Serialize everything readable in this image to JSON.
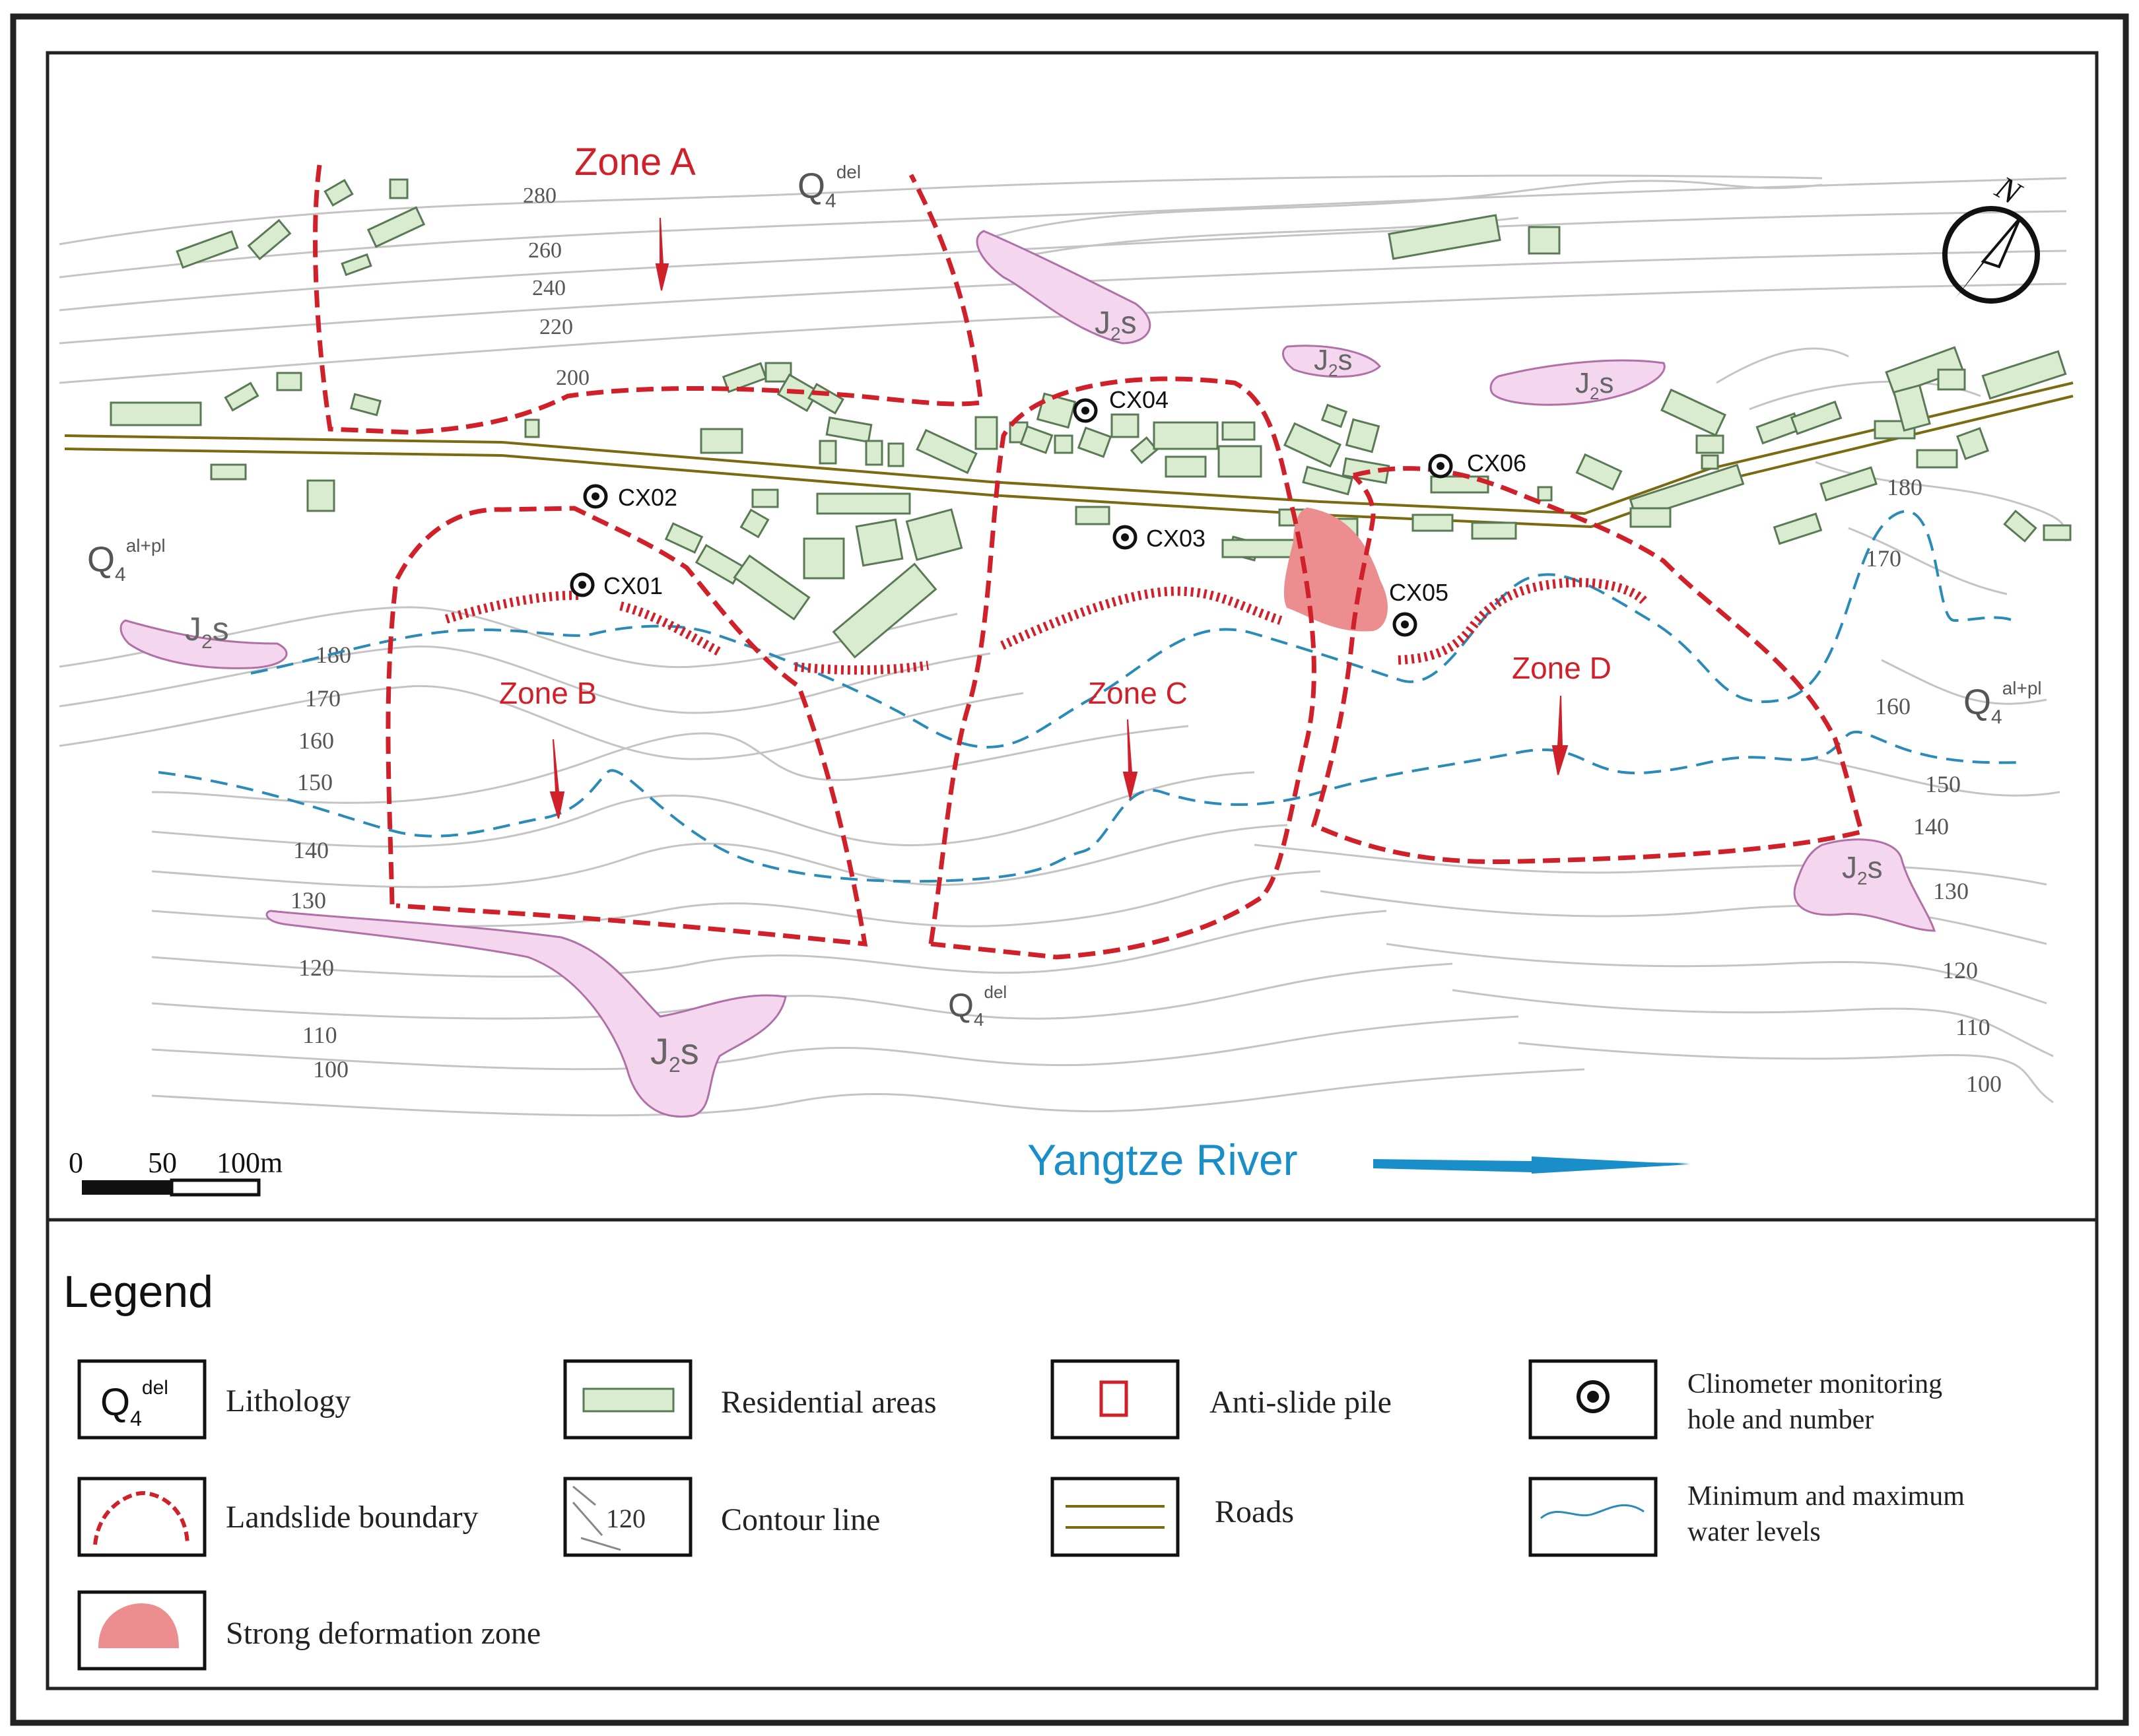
{
  "zones": {
    "a": "Zone A",
    "b": "Zone B",
    "c": "Zone C",
    "d": "Zone D"
  },
  "holes": {
    "cx01": "CX01",
    "cx02": "CX02",
    "cx03": "CX03",
    "cx04": "CX04",
    "cx05": "CX05",
    "cx06": "CX06"
  },
  "lithology": {
    "q4del": {
      "base": "Q",
      "sub": "4",
      "sup": "del"
    },
    "q4alpl": {
      "base": "Q",
      "sub": "4",
      "sup": "al+pl"
    },
    "j2s": {
      "base": "J",
      "sub": "2",
      "tail": "s"
    }
  },
  "contours_upper": [
    "280",
    "260",
    "240",
    "220",
    "200"
  ],
  "contours_left": [
    "180",
    "170",
    "160",
    "150",
    "140",
    "130",
    "120",
    "110",
    "100"
  ],
  "contours_right": [
    "180",
    "170",
    "160",
    "150",
    "140",
    "130",
    "120",
    "110",
    "100"
  ],
  "scale": {
    "zero": "0",
    "mid": "50",
    "end": "100m"
  },
  "river": {
    "label": "Yangtze River"
  },
  "compass": {
    "label": "N"
  },
  "legend": {
    "title": "Legend",
    "lithology": "Lithology",
    "residential": "Residential areas",
    "pile": "Anti-slide pile",
    "clinometer_line1": "Clinometer monitoring",
    "clinometer_line2": "hole and number",
    "boundary": "Landslide boundary",
    "contour": "Contour line",
    "contour_sample": "120",
    "roads": "Roads",
    "water_line1": "Minimum and maximum",
    "water_line2": "water levels",
    "deformation": "Strong deformation zone"
  },
  "colors": {
    "boundary": "#d0202a",
    "building_fill": "#d9ecd0",
    "building_stroke": "#5a7a55",
    "contour": "#c4c4c4",
    "road": "#7a6a10",
    "water": "#2a8ab8",
    "j2s_fill": "#f4d6ee",
    "j2s_stroke": "#b070a8",
    "deformation": "#ec8d8f",
    "river_text": "#1a8ec8"
  }
}
